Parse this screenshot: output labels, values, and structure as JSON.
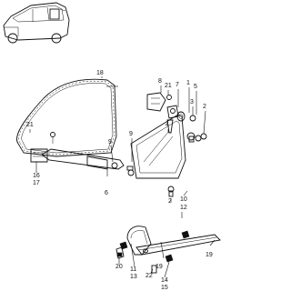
{
  "diagram": {
    "callouts": [
      {
        "id": "c18",
        "text": "18"
      },
      {
        "id": "c8",
        "text": "8"
      },
      {
        "id": "c21a",
        "text": "21"
      },
      {
        "id": "c7",
        "text": "7"
      },
      {
        "id": "c1",
        "text": "1"
      },
      {
        "id": "c5",
        "text": "5"
      },
      {
        "id": "c3",
        "text": "3"
      },
      {
        "id": "c2a",
        "text": "2"
      },
      {
        "id": "c4",
        "text": "4"
      },
      {
        "id": "c9a",
        "text": "9"
      },
      {
        "id": "c21b",
        "text": "21"
      },
      {
        "id": "c9b",
        "text": "9"
      },
      {
        "id": "c16",
        "text": "16"
      },
      {
        "id": "c17",
        "text": "17"
      },
      {
        "id": "c6",
        "text": "6"
      },
      {
        "id": "c2b",
        "text": "2"
      },
      {
        "id": "c10",
        "text": "10"
      },
      {
        "id": "c12",
        "text": "12"
      },
      {
        "id": "c19a",
        "text": "19"
      },
      {
        "id": "c19b",
        "text": "19"
      },
      {
        "id": "c20",
        "text": "20"
      },
      {
        "id": "c11",
        "text": "11"
      },
      {
        "id": "c13",
        "text": "13"
      },
      {
        "id": "c22",
        "text": "22"
      },
      {
        "id": "c14",
        "text": "14"
      },
      {
        "id": "c15",
        "text": "15"
      }
    ]
  }
}
